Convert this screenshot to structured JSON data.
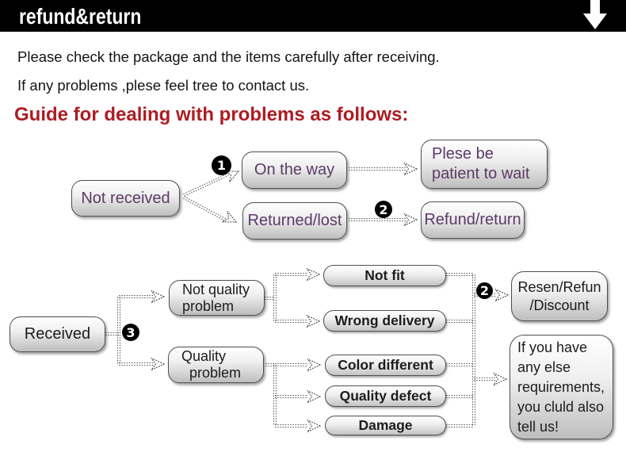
{
  "header": {
    "title": "refund&return"
  },
  "intro": {
    "line1": "Please check the package and the items carefully after receiving.",
    "line2": "If any problems ,plese feel tree to contact us."
  },
  "guide_heading": "Guide for dealing with problems as follows:",
  "flow_not_received": {
    "not_received": "Not received",
    "step1_badge": "1",
    "on_the_way": "On the way",
    "returned_lost": "Returned/lost",
    "step2_badge": "2",
    "patient_line1": "Plese be",
    "patient_line2": "patient to wait",
    "refund_return": "Refund/return"
  },
  "flow_received": {
    "received": "Received",
    "step3_badge": "3",
    "not_quality_line1": "Not quality",
    "not_quality_line2": "problem",
    "quality_line1": "Quality",
    "quality_line2": "problem",
    "not_fit": "Not fit",
    "wrong_delivery": "Wrong delivery",
    "color_different": "Color different",
    "quality_defect": "Quality defect",
    "damage": "Damage",
    "step2_badge": "2",
    "resen_line1": "Resen/Refun",
    "resen_line2": "/Discount",
    "anyelse_line1": "If you have",
    "anyelse_line2": "any else",
    "anyelse_line3": "requirements,",
    "anyelse_line4": "you cluld also",
    "anyelse_line5": "tell us!"
  },
  "colors": {
    "header_bg": "#000000",
    "heading_red": "#ad1c23",
    "node_text_purple": "#5c3a66"
  }
}
